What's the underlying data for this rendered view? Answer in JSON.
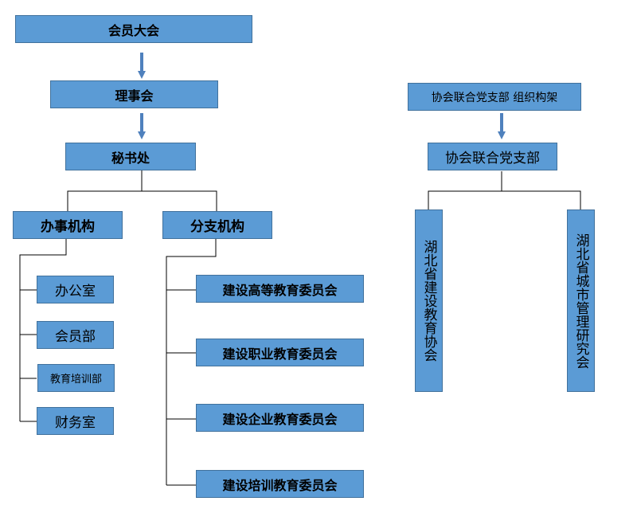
{
  "main": {
    "general_assembly": "会员大会",
    "council": "理事会",
    "secretariat": "秘书处",
    "admin_bodies": {
      "title": "办事机构",
      "items": [
        "办公室",
        "会员部",
        "教育培训部",
        "财务室"
      ]
    },
    "branch_bodies": {
      "title": "分支机构",
      "items": [
        "建设高等教育委员会",
        "建设职业教育委员会",
        "建设企业教育委员会",
        "建设培训教育委员会"
      ]
    }
  },
  "party": {
    "heading": "协会联合党支部 组织构架",
    "branch": "协会联合党支部",
    "children": [
      "湖北省建设教育协会",
      "湖北省城市管理研究会"
    ]
  },
  "colors": {
    "box_fill": "#5b9bd5",
    "box_border": "#41719c",
    "line": "#000000",
    "arrow": "#4f81bd"
  }
}
